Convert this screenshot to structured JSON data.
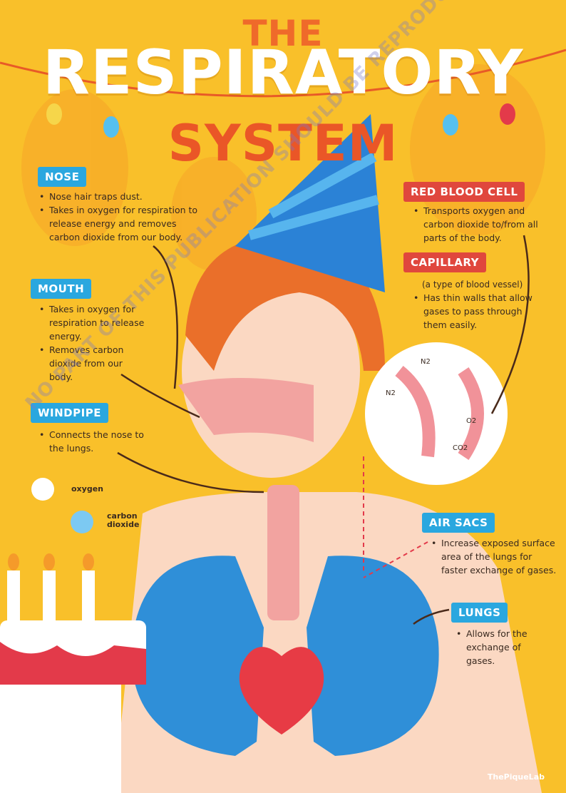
{
  "title": {
    "line1": "THE",
    "line2": "RESPIRATORY",
    "line3": "SYSTEM"
  },
  "sections": {
    "nose": {
      "label": "NOSE",
      "points": [
        "Nose hair traps dust.",
        "Takes in oxygen for respiration to release energy and removes carbon dioxide from our body."
      ]
    },
    "mouth": {
      "label": "MOUTH",
      "points": [
        "Takes in oxygen for respiration to release energy.",
        "Removes carbon dioxide from our body."
      ]
    },
    "windpipe": {
      "label": "WINDPIPE",
      "points": [
        "Connects the nose to the lungs."
      ]
    },
    "red_blood_cell": {
      "label": "RED BLOOD CELL",
      "points": [
        "Transports oxygen and carbon dioxide to/from all parts of the body."
      ]
    },
    "capillary": {
      "label": "CAPILLARY",
      "note": "(a type of blood vessel)",
      "points": [
        "Has thin walls that allow gases to pass through them easily."
      ]
    },
    "air_sacs": {
      "label": "AIR SACS",
      "points": [
        "Increase exposed surface area of the lungs for faster exchange of gases."
      ]
    },
    "lungs": {
      "label": "LUNGS",
      "points": [
        "Allows for the exchange of gases."
      ]
    }
  },
  "legend": {
    "oxygen": "oxygen",
    "carbon_dioxide": "carbon dioxide"
  },
  "inset_labels": {
    "n2_a": "N2",
    "n2_b": "N2",
    "o2": "O2",
    "co2": "CO2"
  },
  "watermark": "NO PART OF THIS PUBLICATION SHOULD BE REPRODUCED WITHOUT THE PRIOR PERMISSION OF THE PIQUE LAB",
  "brand": "ThePiqueLab",
  "colors": {
    "background": "#f9c02a",
    "tag_blue": "#2aa7df",
    "tag_red": "#e0473d",
    "title_orange": "#ef6a2a",
    "lung_blue": "#2f8fd8"
  }
}
